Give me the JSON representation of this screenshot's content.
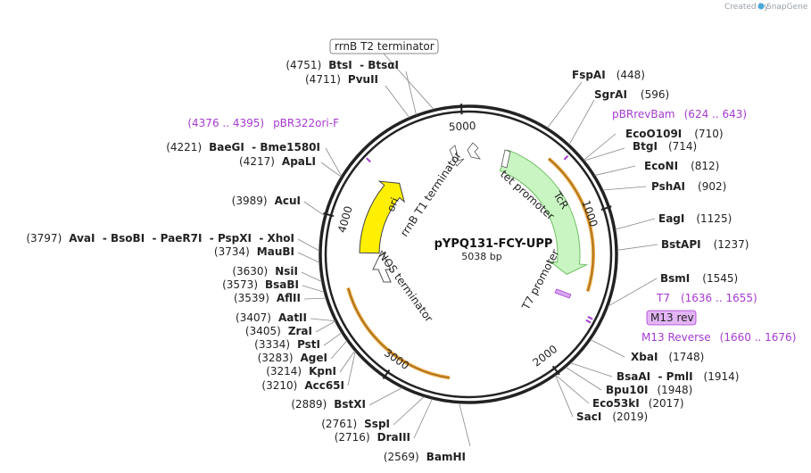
{
  "credit": {
    "text": "Created by",
    "brand": "SnapGene",
    "brand_color": "#4aa8d8"
  },
  "plasmid": {
    "name": "pYPQ131-FCY-UPP",
    "size_label": "5038 bp",
    "length": 5038
  },
  "ticks": [
    {
      "label": "5000",
      "bp": 5000
    },
    {
      "label": "1000",
      "bp": 1000
    },
    {
      "label": "2000",
      "bp": 2000
    },
    {
      "label": "3000",
      "bp": 3000
    },
    {
      "label": "4000",
      "bp": 4000
    }
  ],
  "enzymes": [
    {
      "pos": "(448)",
      "name": "FspAI",
      "side": "right"
    },
    {
      "pos": "(596)",
      "name": "SgrAI",
      "side": "right"
    },
    {
      "pos": "(710)",
      "name": "EcoO109I",
      "side": "right"
    },
    {
      "pos": "(714)",
      "name": "BtgI",
      "side": "right"
    },
    {
      "pos": "(812)",
      "name": "EcoNI",
      "side": "right"
    },
    {
      "pos": "(902)",
      "name": "PshAI",
      "side": "right"
    },
    {
      "pos": "(1125)",
      "name": "EagI",
      "side": "right"
    },
    {
      "pos": "(1237)",
      "name": "BstAPI",
      "side": "right"
    },
    {
      "pos": "(1545)",
      "name": "BsmI",
      "side": "right"
    },
    {
      "pos": "(1748)",
      "name": "XbaI",
      "side": "right"
    },
    {
      "pos": "(1914)",
      "name": "BsaAI  - PmlI",
      "side": "right"
    },
    {
      "pos": "(1948)",
      "name": "Bpu10I",
      "side": "right"
    },
    {
      "pos": "(2017)",
      "name": "Eco53kI",
      "side": "right"
    },
    {
      "pos": "(2019)",
      "name": "SacI",
      "side": "right"
    },
    {
      "pos": "(4751)",
      "name": "BtsI  - BtsαI",
      "side": "left"
    },
    {
      "pos": "(4711)",
      "name": "PvuII",
      "side": "left"
    },
    {
      "pos": "(4221)",
      "name": "BaeGI  - Bme1580I",
      "side": "left"
    },
    {
      "pos": "(4217)",
      "name": "ApaLI",
      "side": "left"
    },
    {
      "pos": "(3989)",
      "name": "AcuI",
      "side": "left"
    },
    {
      "pos": "(3797)",
      "name": "AvaI  - BsoBI  - PaeR7I  - PspXI  - XhoI",
      "side": "left"
    },
    {
      "pos": "(3734)",
      "name": "MauBI",
      "side": "left"
    },
    {
      "pos": "(3630)",
      "name": "NsiI",
      "side": "left"
    },
    {
      "pos": "(3573)",
      "name": "BsaBI",
      "side": "left"
    },
    {
      "pos": "(3539)",
      "name": "AflII",
      "side": "left"
    },
    {
      "pos": "(3407)",
      "name": "AatII",
      "side": "left"
    },
    {
      "pos": "(3405)",
      "name": "ZraI",
      "side": "left"
    },
    {
      "pos": "(3334)",
      "name": "PstI",
      "side": "left"
    },
    {
      "pos": "(3283)",
      "name": "AgeI",
      "side": "left"
    },
    {
      "pos": "(3214)",
      "name": "KpnI",
      "side": "left"
    },
    {
      "pos": "(3210)",
      "name": "Acc65I",
      "side": "left"
    },
    {
      "pos": "(2889)",
      "name": "BstXI",
      "side": "left"
    },
    {
      "pos": "(2761)",
      "name": "SspI",
      "side": "left"
    },
    {
      "pos": "(2716)",
      "name": "DraIII",
      "side": "left"
    },
    {
      "pos": "(2569)",
      "name": "BamHI",
      "side": "left"
    }
  ],
  "primers": [
    {
      "name": "pBRrevBam",
      "range": "(624 .. 643)"
    },
    {
      "name": "T7",
      "range": "(1636 .. 1655)"
    },
    {
      "name": "M13 rev",
      "range": ""
    },
    {
      "name": "M13 Reverse",
      "range": "(1660 .. 1676)"
    },
    {
      "name": "pBR322ori-F",
      "range": "(4376 .. 4395)"
    }
  ],
  "features": {
    "terminator_box": "rrnB T2 terminator",
    "tet_promoter": "tet promoter",
    "tcr": "TcR",
    "t7_promoter": "T7 promoter",
    "nos_terminator": "NOS terminator",
    "rrnb_t1": "rrnB T1 terminator",
    "ori": "ori"
  },
  "colors": {
    "backbone": "#222222",
    "primer": "#a63bd1",
    "primer_box_fill": "#e3b5f5",
    "ori_fill": "#ffef00",
    "tcr_fill": "#c9f5c2",
    "tcr_stroke": "#6fbf63",
    "orange_arc": "#e8a33c",
    "green_arc": "#3f8f2a"
  }
}
